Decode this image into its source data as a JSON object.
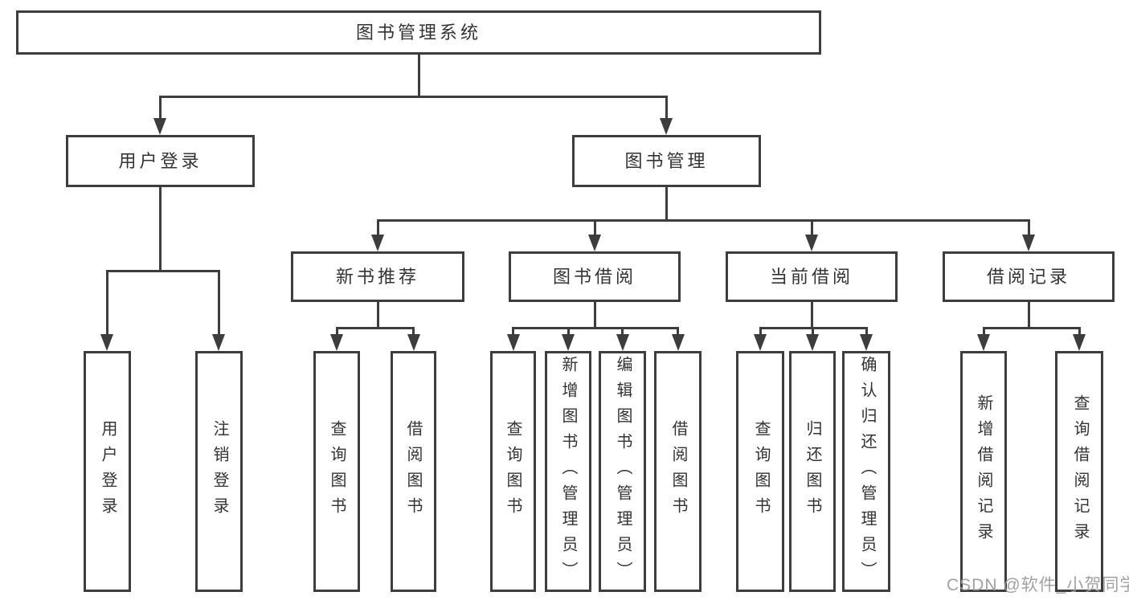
{
  "diagram": {
    "title": "图书管理系统",
    "colors": {
      "line": "#3d3d3d",
      "text": "#333333",
      "background": "#ffffff",
      "watermark": "#9d9d9d"
    },
    "nodes": {
      "root": {
        "label": "图书管理系统"
      },
      "level2": [
        {
          "label": "用户登录"
        },
        {
          "label": "图书管理"
        }
      ],
      "level3": [
        {
          "label": "新书推荐"
        },
        {
          "label": "图书借阅"
        },
        {
          "label": "当前借阅"
        },
        {
          "label": "借阅记录"
        }
      ],
      "leaves": [
        {
          "label": "用户登录"
        },
        {
          "label": "注销登录"
        },
        {
          "label": "查询图书"
        },
        {
          "label": "借阅图书"
        },
        {
          "label": "查询图书"
        },
        {
          "label": "新增图书（管理员）"
        },
        {
          "label": "编辑图书（管理员）"
        },
        {
          "label": "借阅图书"
        },
        {
          "label": "查询图书"
        },
        {
          "label": "归还图书"
        },
        {
          "label": "确认归还（管理员）"
        },
        {
          "label": "新增借阅记录"
        },
        {
          "label": "查询借阅记录"
        }
      ]
    },
    "watermark": "CSDN @软件_小贺同学"
  }
}
